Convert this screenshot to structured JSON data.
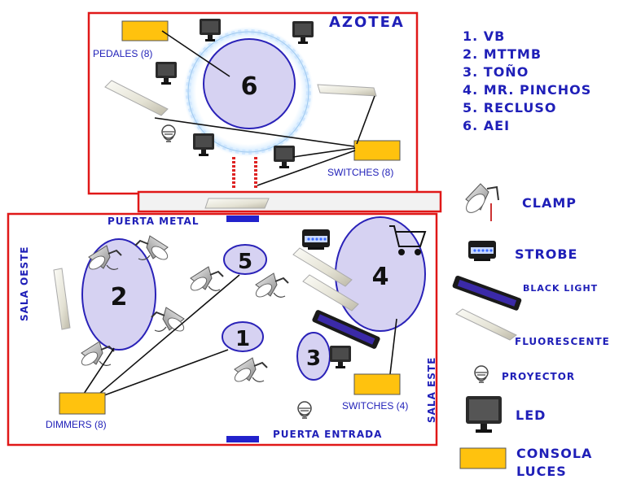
{
  "rooms": {
    "azotea": "AZOTEA",
    "puerta_metal": "PUERTA METAL",
    "puerta_entrada": "PUERTA ENTRADA",
    "sala_oeste": "SALA OESTE",
    "sala_este": "SALA ESTE"
  },
  "stations": {
    "pedales": "PEDALES (8)",
    "switches_top": "SWITCHES (8)",
    "switches_bottom": "SWITCHES (4)",
    "dimmers": "DIMMERS (8)"
  },
  "zones": [
    "6",
    "2",
    "5",
    "1",
    "4",
    "3"
  ],
  "band_list": [
    "1. VB",
    "2. MTTMB",
    "3. TOÑO",
    "4. MR. PINCHOS",
    "5. RECLUSO",
    "6. AEI"
  ],
  "legend": {
    "clamp": "CLAMP",
    "strobe": "STROBE",
    "black_light": "BLACK LIGHT",
    "fluorescente": "FLUORESCENTE",
    "proyector": "PROYECTOR",
    "led": "LED",
    "consola_line1": "CONSOLA",
    "consola_line2": "LUCES"
  },
  "colors": {
    "wall": "#e01818",
    "text": "#1f1fb8",
    "zone_fill": "#d6d2f2",
    "zone_stroke": "#2a22b8",
    "console": "#ffc20e",
    "door": "#2222cc"
  }
}
